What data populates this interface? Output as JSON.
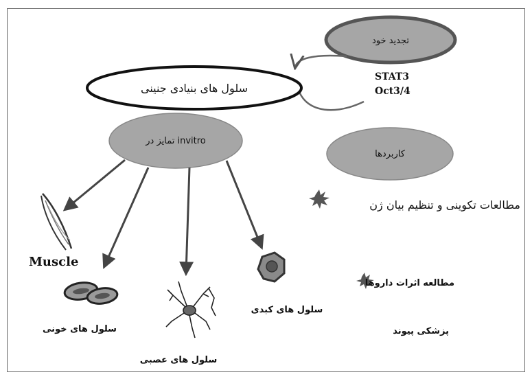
{
  "nodes": {
    "self_renewal": "تجدید خود",
    "stem_cells": "سلول های بنیادی جنینی",
    "differentiation": "تمایز در invitro",
    "applications": "کاربردها"
  },
  "factors": [
    "STAT3",
    "Oct3/4"
  ],
  "cell_types": {
    "muscle": "Muscle",
    "blood": "سلول های خونی",
    "neural": "سلول های عصبی",
    "liver": "سلول های کبدی"
  },
  "application_items": [
    "مطالعات تکوینی و تنظیم بیان ژن",
    "مطالعه اثرات داروها",
    "پزشکی پیوند"
  ],
  "colors": {
    "ellipse_fill": "#a6a6a6",
    "ellipse_stroke": "#555555",
    "arrow": "#444444",
    "text": "#111111"
  }
}
